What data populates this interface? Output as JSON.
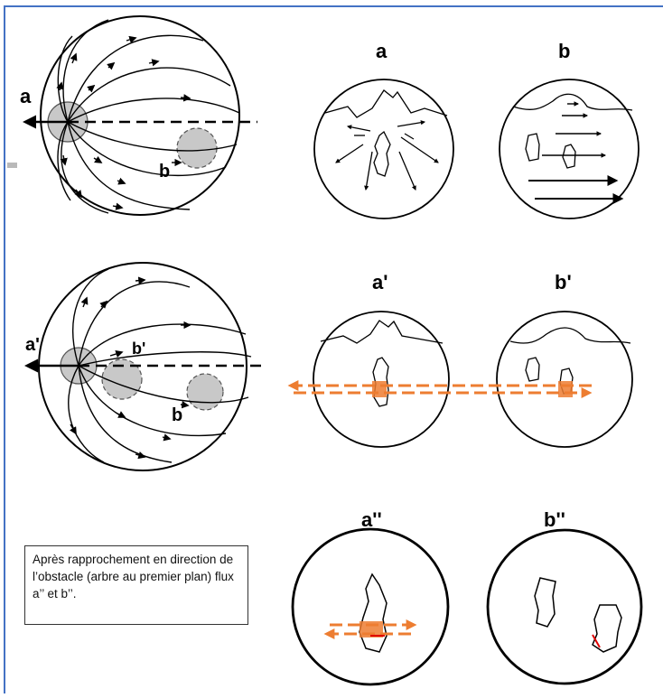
{
  "labels": {
    "panel_a": "a",
    "panel_b": "b",
    "panel_a_prime": "a'",
    "panel_b_prime": "b'",
    "panel_a_double": "a''",
    "panel_b_double": "b''",
    "globe1_a": "a",
    "globe1_b": "b",
    "globe2_a": "a'",
    "globe2_b_prime": "b'",
    "globe2_b": "b"
  },
  "note": "Après rapprochement en direction de l’obstacle (arbre au premier plan) flux a’’ et b’’.",
  "colors": {
    "frame": "#4472c4",
    "flow_arrow": "#ed7d31",
    "spot": "#c8c8c8",
    "red_mark": "#e00000"
  }
}
